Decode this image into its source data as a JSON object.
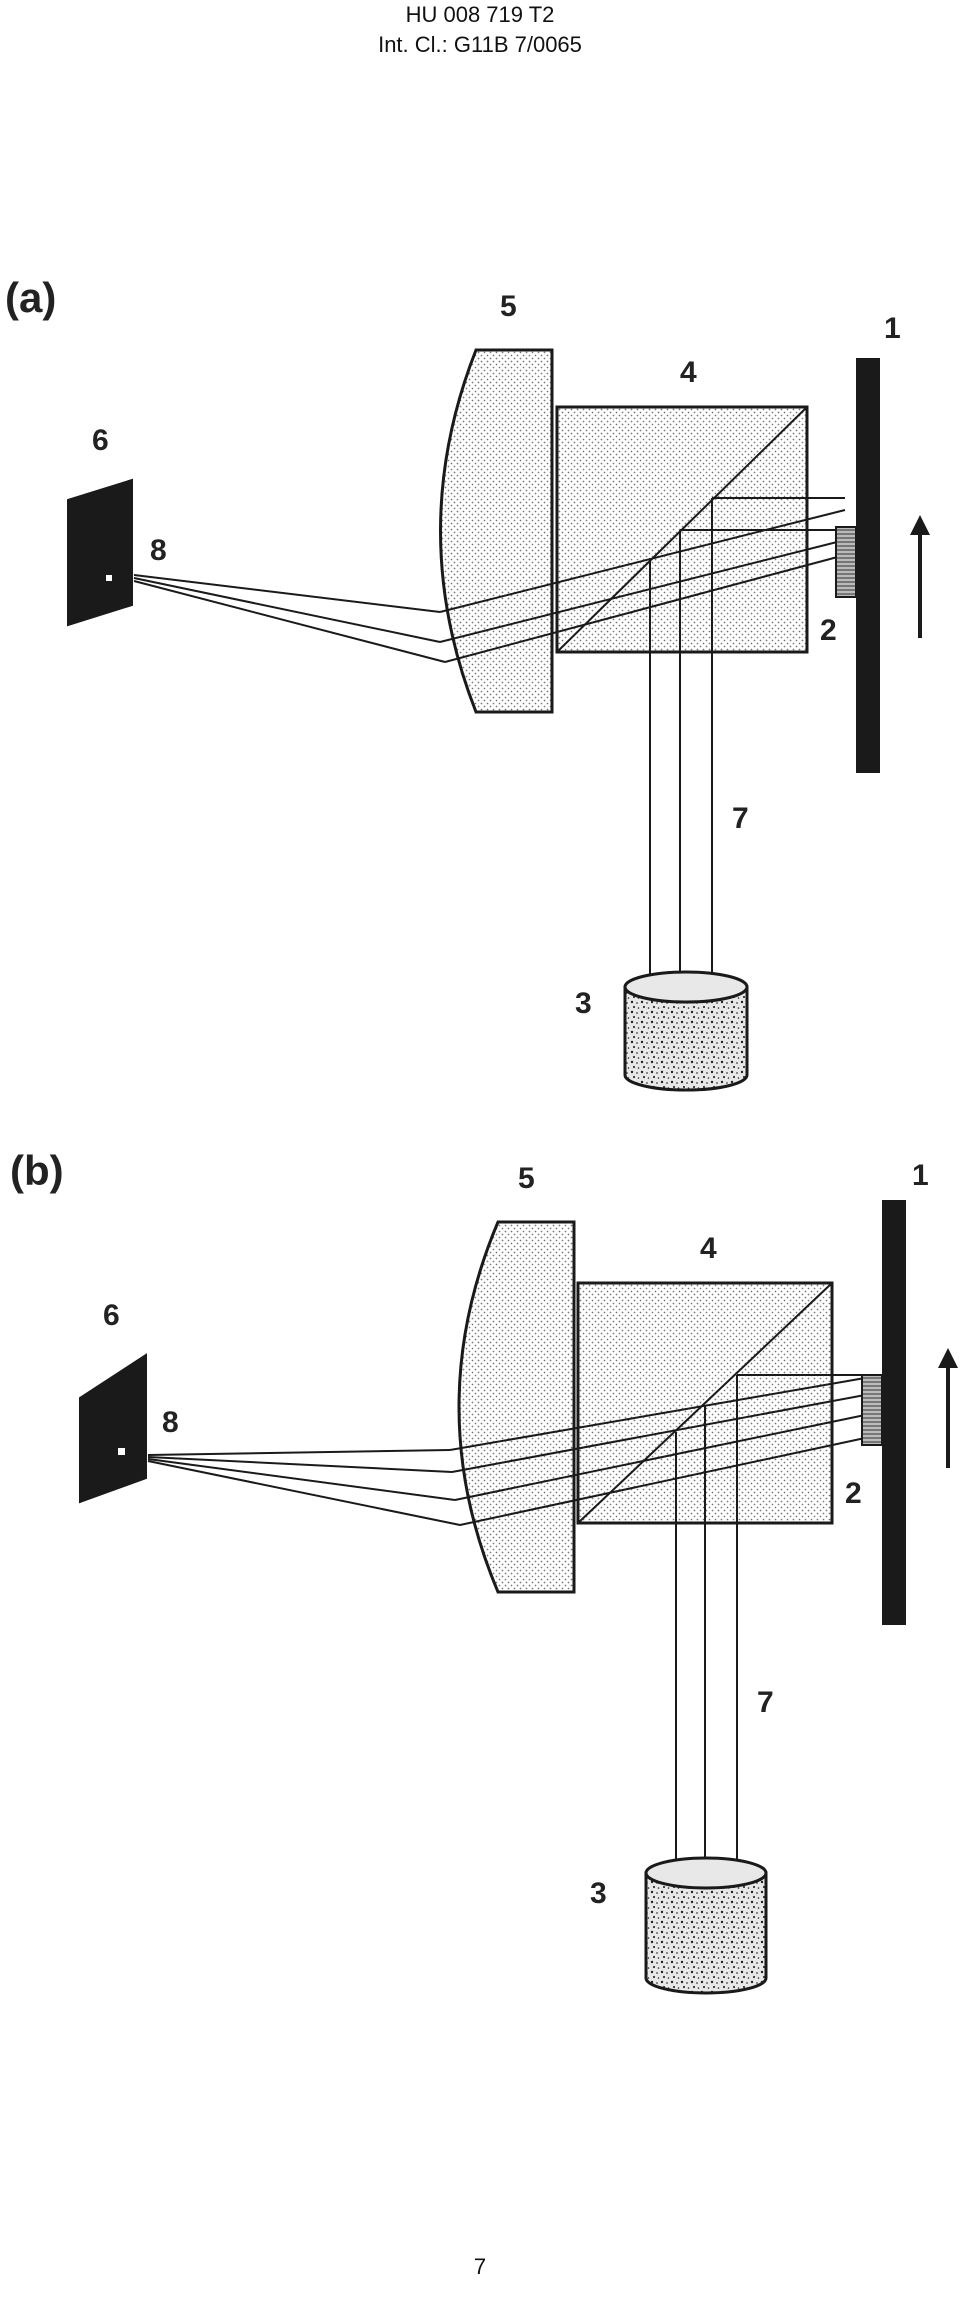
{
  "header": {
    "line1": "HU 008 719 T2",
    "line2": "Int. Cl.: G11B 7/0065"
  },
  "page_number": "7",
  "figures": [
    {
      "label": "(a)",
      "parts": {
        "p1": "1",
        "p2": "2",
        "p3": "3",
        "p4": "4",
        "p5": "5",
        "p6": "6",
        "p7": "7",
        "p8": "8"
      }
    },
    {
      "label": "(b)",
      "parts": {
        "p1": "1",
        "p2": "2",
        "p3": "3",
        "p4": "4",
        "p5": "5",
        "p6": "6",
        "p7": "7",
        "p8": "8"
      }
    }
  ]
}
